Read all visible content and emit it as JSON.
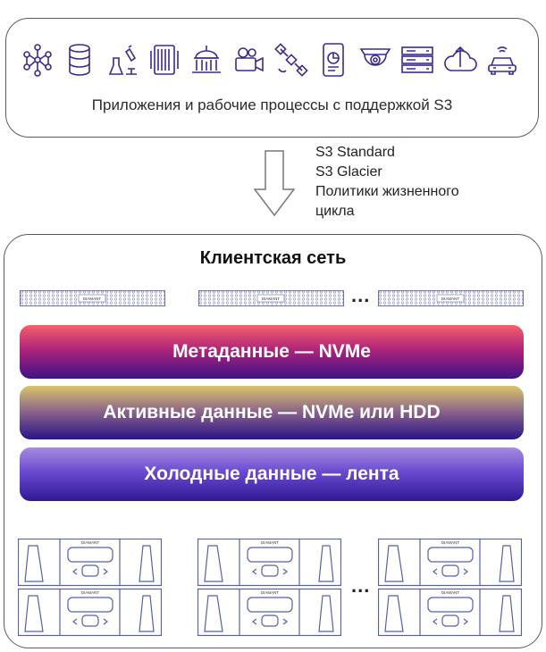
{
  "top_box": {
    "caption": "Приложения и рабочие процессы с поддержкой S3",
    "icons": [
      "neural-network-icon",
      "database-icon",
      "lab-icon",
      "server-rack-icon",
      "government-building-icon",
      "video-camera-icon",
      "satellite-icon",
      "mobile-analytics-icon",
      "security-camera-icon",
      "storage-array-icon",
      "cloud-upload-icon",
      "connected-car-icon"
    ]
  },
  "api_list": [
    "S3 Standard",
    "S3 Glacier",
    "Политики жизненного",
    "цикла"
  ],
  "network": {
    "title": "Клиентская сеть",
    "server_brand": "DIAMANT",
    "ellipsis": "...",
    "tiers": [
      {
        "label": "Метаданные  — NVMe"
      },
      {
        "label": "Активные данные — NVMe или HDD"
      },
      {
        "label": "Холодные данные — лента"
      }
    ],
    "tape_brand": "DIAMANT"
  },
  "colors": {
    "icon_stroke": "#3b2a8f",
    "border": "#5b5b5b",
    "device_stroke": "#5560a8"
  }
}
